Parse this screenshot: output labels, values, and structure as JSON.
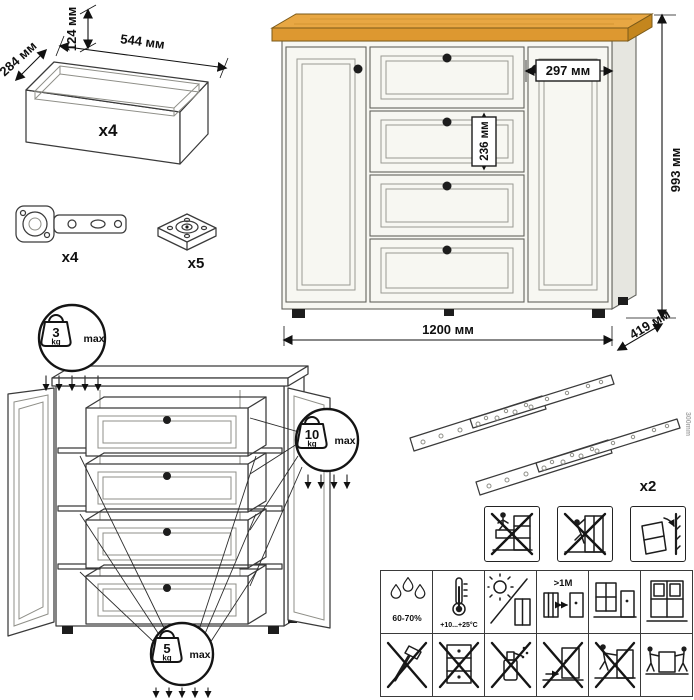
{
  "drawer_box": {
    "height": "124 мм",
    "width": "544 мм",
    "depth": "284 мм",
    "count": "x4"
  },
  "hardware": {
    "hinge_count": "x4",
    "plate_count": "x5"
  },
  "commode": {
    "height": "993 мм",
    "width": "1200 мм",
    "depth": "419 мм",
    "door_width": "297 мм",
    "drawer_height": "236 мм"
  },
  "slides": {
    "count": "x2",
    "length_note": "300mm"
  },
  "load_limits": {
    "top": {
      "value": "3",
      "unit": "kg",
      "qualifier": "max"
    },
    "drawers": {
      "value": "10",
      "unit": "kg",
      "qualifier": "max"
    },
    "shelves": {
      "value": "5",
      "unit": "kg",
      "qualifier": "max"
    }
  },
  "care": {
    "humidity": "60-70%",
    "temperature": "+10...+25°C",
    "heat_distance": ">1M"
  },
  "colors": {
    "wood_top": "#E8A743",
    "wood_front": "#DD9830",
    "wood_side": "#C4861E",
    "outline": "#3A3A3A",
    "body_fill": "#F7F7F2",
    "body_side": "#E6E6E0"
  }
}
